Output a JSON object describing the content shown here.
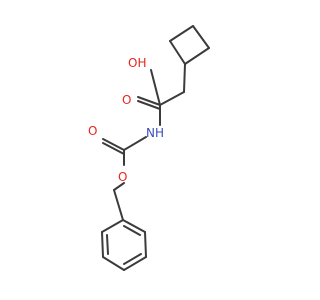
{
  "molecule": {
    "atom_labels": {
      "hydroxyl": "OH",
      "carbonyl_acid_oxygen": "O",
      "amine": "NH",
      "carbamate_carbonyl_oxygen": "O",
      "ester_oxygen": "O"
    }
  },
  "colors": {
    "bond": "#3b3b3b",
    "oxygen": "#e8261e",
    "nitrogen": "#3a4cc0",
    "background": "#ffffff"
  }
}
